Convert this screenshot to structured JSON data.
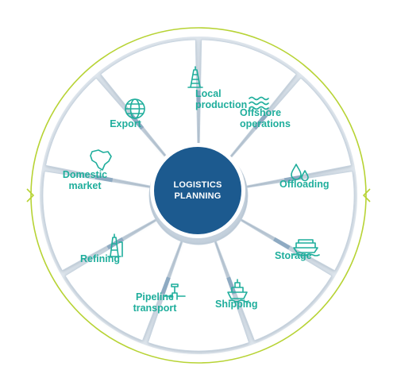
{
  "center": {
    "lines": [
      "LOGISTICS",
      "PLANNING"
    ]
  },
  "segments": [
    {
      "id": "local-production",
      "lines": [
        "Local",
        "production"
      ],
      "icon": "oil-rig-icon"
    },
    {
      "id": "offshore-operations",
      "lines": [
        "Offshore",
        "operations"
      ],
      "icon": "waves-icon"
    },
    {
      "id": "offloading",
      "lines": [
        "Offloading"
      ],
      "icon": "droplets-icon"
    },
    {
      "id": "storage",
      "lines": [
        "Storage"
      ],
      "icon": "storage-vessel-icon"
    },
    {
      "id": "shipping",
      "lines": [
        "Shipping"
      ],
      "icon": "ship-icon"
    },
    {
      "id": "pipeline-transport",
      "lines": [
        "Pipeline",
        "transport"
      ],
      "icon": "pipeline-icon"
    },
    {
      "id": "refining",
      "lines": [
        "Refining"
      ],
      "icon": "refinery-tower-icon"
    },
    {
      "id": "domestic-market",
      "lines": [
        "Domestic",
        "market"
      ],
      "icon": "brazil-map-icon"
    },
    {
      "id": "export",
      "lines": [
        "Export"
      ],
      "icon": "globe-icon"
    }
  ],
  "colors": {
    "accent": "#1fae9c",
    "center_fill": "#1c5a8f",
    "ring": "#b7d334",
    "petal": "#ffffff",
    "connector": "#8eaac2"
  }
}
